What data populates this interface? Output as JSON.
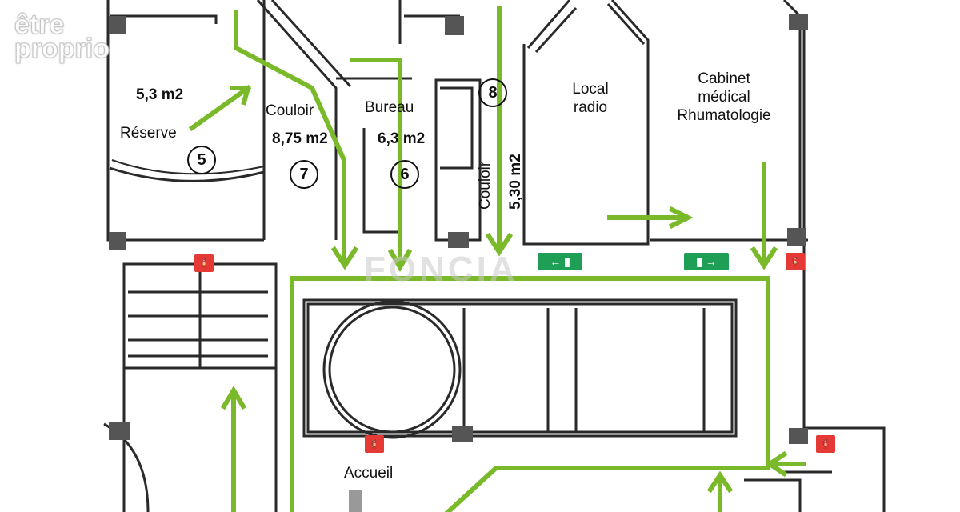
{
  "brand": {
    "logo_line1": "être",
    "logo_line2": "proprio"
  },
  "watermark": "FONCIA",
  "rooms": {
    "reserve": {
      "name": "Réserve",
      "area": "5,3 m2",
      "number": "5"
    },
    "couloir7": {
      "name": "Couloir",
      "area": "8,75 m2",
      "number": "7"
    },
    "bureau": {
      "name": "Bureau",
      "area": "6,3 m2",
      "number": "6"
    },
    "couloir8": {
      "name": "Couloir",
      "area": "5,30 m2",
      "number": "8"
    },
    "local_radio": {
      "line1": "Local",
      "line2": "radio"
    },
    "cabinet": {
      "line1": "Cabinet",
      "line2": "médical",
      "line3": "Rhumatologie"
    },
    "accueil": {
      "name": "Accueil"
    }
  },
  "signs": {
    "exit": "exit-sign",
    "fire_extinguisher": "fire-extinguisher-sign"
  },
  "colors": {
    "arrow": "#7ab929",
    "exit_sign": "#1f9e55",
    "fire_sign": "#e53935",
    "wall": "#2a2a2a"
  }
}
